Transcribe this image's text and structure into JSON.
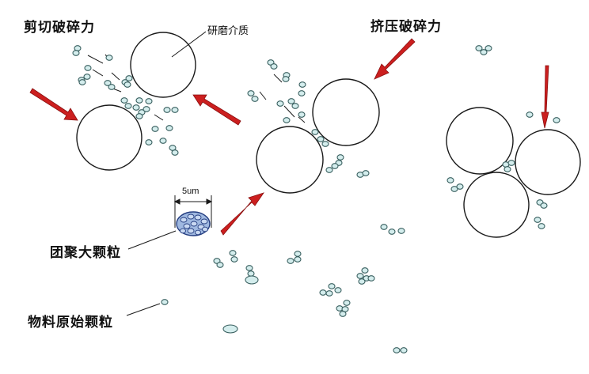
{
  "labels": {
    "shear": "剪切破碎力",
    "squeeze": "挤压破碎力",
    "media": "研磨介质",
    "agglomerate": "团聚大颗粒",
    "primary": "物料原始颗粒",
    "scale": "5um"
  },
  "colors": {
    "arrow": "#cc1f1f",
    "particle_fill": "#d4eded",
    "particle_stroke": "#3a6060",
    "agglomerate_fill": "#9fb8e0",
    "agglomerate_stroke": "#243d80",
    "circle_stroke": "#1a1a1a"
  },
  "icons": {
    "arrow": "red-block-arrow",
    "grinding_ball": "white-circle",
    "particle": "pale-cyan-ellipse"
  }
}
